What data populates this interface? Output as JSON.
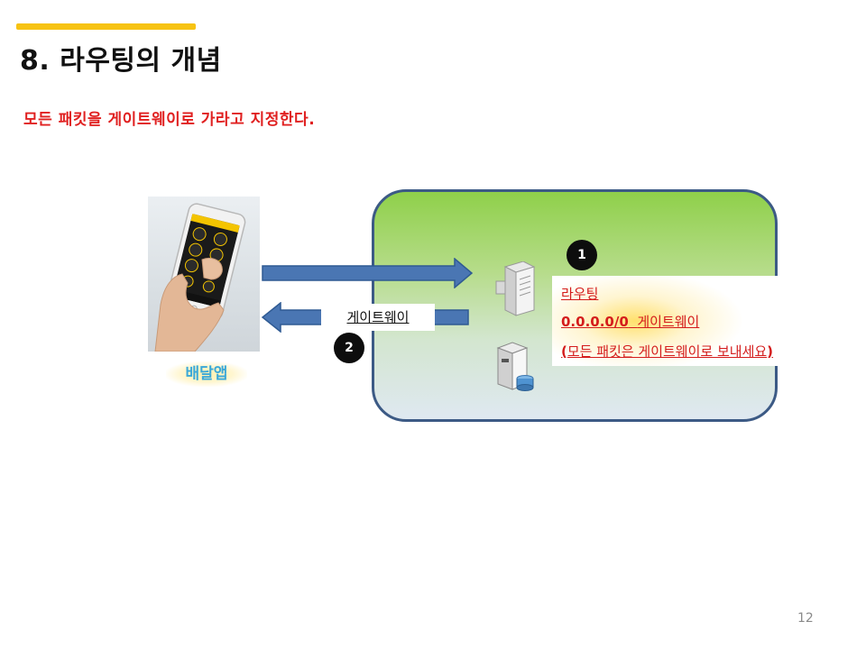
{
  "slide": {
    "title": "8. 라우팅의 개념",
    "subtitle": "모든 패킷을 게이트웨이로 가라고 지정한다.",
    "page_number": "12"
  },
  "phone": {
    "caption": "배달앱"
  },
  "arrows": {
    "return_label": "게이트웨이"
  },
  "steps": {
    "one": "1",
    "two": "2"
  },
  "routing_panel": {
    "title": "라우팅",
    "route_address": "0.0.0.0/0",
    "route_target": "게이트웨이",
    "note_open": "(",
    "note_text": "모든 패킷은 게이트웨이로 보내세요",
    "note_close": ")"
  },
  "colors": {
    "accent_bar": "#f7c313",
    "subtitle_red": "#e02020",
    "network_border": "#3c5a85",
    "arrow_blue": "#4a76b3",
    "caption_blue": "#3aa8d8"
  }
}
